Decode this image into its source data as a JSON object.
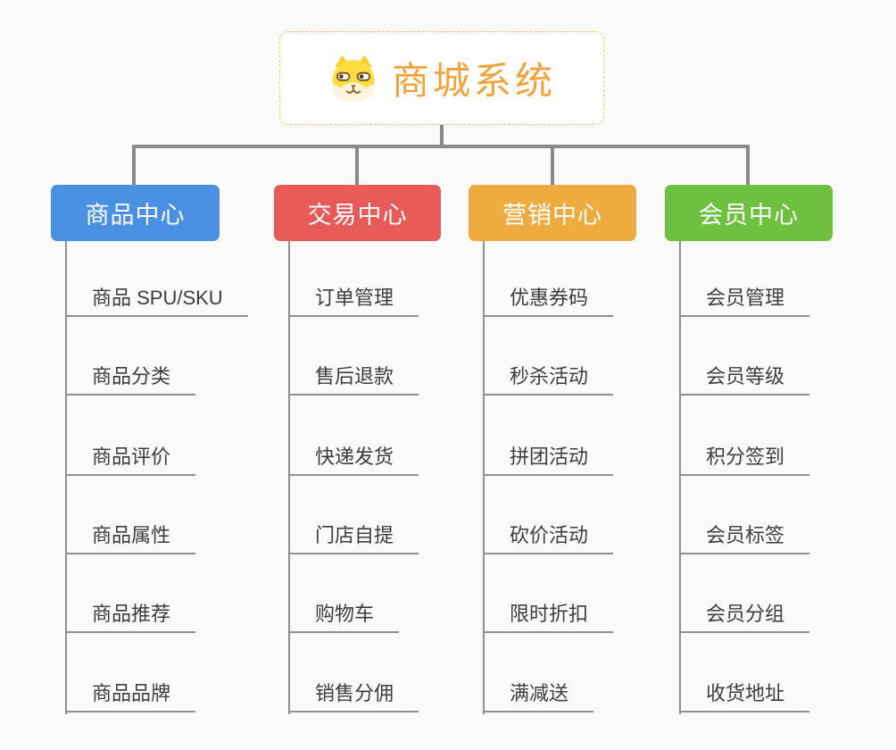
{
  "app": {
    "background_color": "#fafafa",
    "connector_color": "#8a8a8a"
  },
  "root": {
    "title": "商城系统",
    "icon": "dog-face-icon",
    "text_color": "#f1a33c",
    "border_color": "#f6c578"
  },
  "branches": [
    {
      "label": "商品中心",
      "color": "#4a90e2",
      "children": [
        "商品 SPU/SKU",
        "商品分类",
        "商品评价",
        "商品属性",
        "商品推荐",
        "商品品牌"
      ]
    },
    {
      "label": "交易中心",
      "color": "#e65b57",
      "children": [
        "订单管理",
        "售后退款",
        "快递发货",
        "门店自提",
        "购物车",
        "销售分佣"
      ]
    },
    {
      "label": "营销中心",
      "color": "#eeab3f",
      "children": [
        "优惠券码",
        "秒杀活动",
        "拼团活动",
        "砍价活动",
        "限时折扣",
        "满减送"
      ]
    },
    {
      "label": "会员中心",
      "color": "#6ec140",
      "children": [
        "会员管理",
        "会员等级",
        "积分签到",
        "会员标签",
        "会员分组",
        "收货地址"
      ]
    }
  ]
}
